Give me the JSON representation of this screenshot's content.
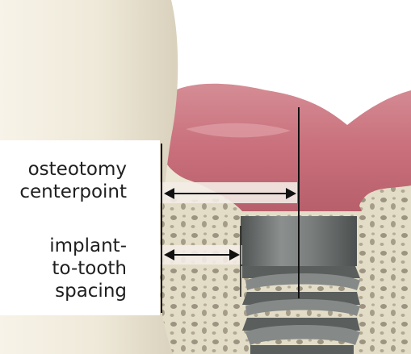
{
  "labels": {
    "osteotomy_line1": "osteotomy",
    "osteotomy_line2": "centerpoint",
    "spacing_line1": "implant-",
    "spacing_line2": "to-tooth",
    "spacing_line3": "spacing"
  },
  "colors": {
    "tooth": "#efe9d9",
    "gum": "#c9707c",
    "bone": "#e6e0cd",
    "implant": "#6f7372",
    "label_panel": "#ffffff",
    "arrow_band": "#f3ece6",
    "arrow": "#111111"
  }
}
